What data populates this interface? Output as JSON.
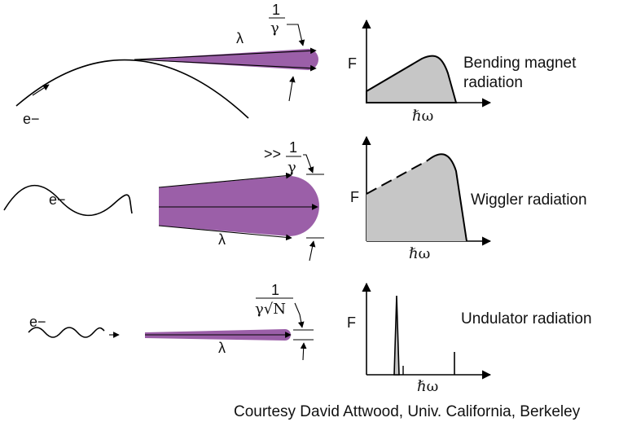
{
  "panels": [
    {
      "electron_label": "e−",
      "wavelength_label": "λ",
      "angle_prefix": "",
      "angle_numerator": "1",
      "angle_denominator": "γ",
      "axis_y": "F",
      "axis_x": "ℏω",
      "caption_line1": "Bending magnet",
      "caption_line2": "radiation"
    },
    {
      "electron_label": "e−",
      "wavelength_label": "λ",
      "angle_prefix": ">>",
      "angle_numerator": "1",
      "angle_denominator": "γ",
      "axis_y": "F",
      "axis_x": "ℏω",
      "caption_line1": "Wiggler radiation",
      "caption_line2": ""
    },
    {
      "electron_label": "e−",
      "wavelength_label": "λ",
      "angle_prefix": "",
      "angle_numerator": "1",
      "angle_denominator": "γ√N",
      "axis_y": "F",
      "axis_x": "ℏω",
      "caption_line1": "Undulator radiation",
      "caption_line2": ""
    }
  ],
  "credit": "Courtesy David Attwood, Univ. California, Berkeley",
  "colors": {
    "beam": "#9b5fa8",
    "spectrum_fill": "#c6c6c6"
  }
}
